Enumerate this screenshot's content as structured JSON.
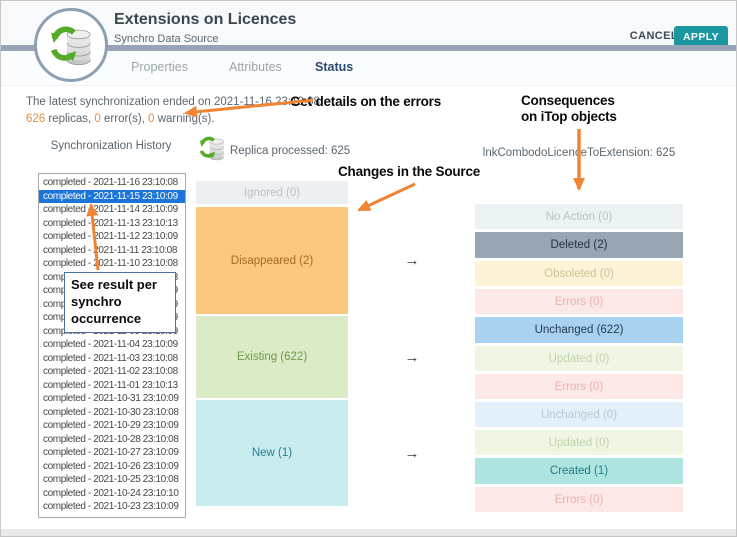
{
  "header": {
    "title": "Extensions on Licences",
    "subtitle": "Synchro Data Source",
    "cancel_label": "CANCEL",
    "apply_label": "APPLY"
  },
  "tabs": [
    {
      "label": "Properties",
      "active": false
    },
    {
      "label": "Attributes",
      "active": false
    },
    {
      "label": "Status",
      "active": true
    }
  ],
  "summary": {
    "line1": "The latest synchronization ended on 2021-11-16 23:10:08.",
    "replicas_count": "626",
    "replicas_text": " replicas, ",
    "errors_count": "0",
    "errors_text": " error(s), ",
    "warnings_count": "0",
    "warnings_text": " warning(s)."
  },
  "history": {
    "title": "Synchronization History",
    "selected_index": 1,
    "items": [
      "completed - 2021-11-16 23:10:08",
      "completed - 2021-11-15 23:10:09",
      "completed - 2021-11-14 23:10:09",
      "completed - 2021-11-13 23:10:13",
      "completed - 2021-11-12 23:10:09",
      "completed - 2021-11-11 23:10:08",
      "completed - 2021-11-10 23:10:08",
      "completed - 2021-11-09 23:10:08",
      "completed - 2021-11-08 23:10:09",
      "completed - 2021-11-07 23:10:09",
      "completed - 2021-11-06 23:10:09",
      "completed - 2021-11-05 23:10:09",
      "completed - 2021-11-04 23:10:09",
      "completed - 2021-11-03 23:10:08",
      "completed - 2021-11-02 23:10:08",
      "completed - 2021-11-01 23:10:13",
      "completed - 2021-10-31 23:10:09",
      "completed - 2021-10-30 23:10:08",
      "completed - 2021-10-29 23:10:09",
      "completed - 2021-10-28 23:10:08",
      "completed - 2021-10-27 23:10:09",
      "completed - 2021-10-26 23:10:09",
      "completed - 2021-10-25 23:10:08",
      "completed - 2021-10-24 23:10:10",
      "completed - 2021-10-23 23:10:09"
    ]
  },
  "replica_header": "Replica processed: 625",
  "target_header": "lnkCombodoLicenceToExtension: 625",
  "source_blocks": [
    {
      "label": "Ignored (0)",
      "bg": "#ecf0f3",
      "fg": "#b8c2cb",
      "interactable": false
    },
    {
      "label": "Disappeared (2)",
      "bg": "#f9c87e",
      "fg": "#a86a1e",
      "interactable": true
    },
    {
      "label": "Existing (622)",
      "bg": "#dcebc7",
      "fg": "#6f9a48",
      "interactable": true
    },
    {
      "label": "New (1)",
      "bg": "#c8ebee",
      "fg": "#277f92",
      "interactable": true
    }
  ],
  "target_blocks": [
    {
      "label": "No Action (0)",
      "bg": "#ecf1f4",
      "fg": "#b8c2cb",
      "interactable": false
    },
    {
      "label": "Deleted (2)",
      "bg": "#97a6b2",
      "fg": "#243242",
      "interactable": true
    },
    {
      "label": "Obsoleted (0)",
      "bg": "#fdf3d7",
      "fg": "#cfc096",
      "interactable": false
    },
    {
      "label": "Errors (0)",
      "bg": "#fce8e7",
      "fg": "#edb0ad",
      "interactable": false
    },
    {
      "label": "Unchanged (622)",
      "bg": "#a8d2ef",
      "fg": "#243c55",
      "interactable": true
    },
    {
      "label": "Updated (0)",
      "bg": "#eff7e4",
      "fg": "#c2d2ad",
      "interactable": false
    },
    {
      "label": "Errors (0)",
      "bg": "#fce8e7",
      "fg": "#edb0ad",
      "interactable": false
    },
    {
      "label": "Unchanged (0)",
      "bg": "#e4f0f9",
      "fg": "#b3c9da",
      "interactable": false
    },
    {
      "label": "Updated (0)",
      "bg": "#eff7e4",
      "fg": "#c2d2ad",
      "interactable": false
    },
    {
      "label": "Created (1)",
      "bg": "#aee4e0",
      "fg": "#1d7e89",
      "interactable": true
    },
    {
      "label": "Errors (0)",
      "bg": "#fce8e7",
      "fg": "#edb0ad",
      "interactable": false
    }
  ],
  "icons": {
    "flow_arrow": "→"
  },
  "annotations": {
    "errors": "Get details on the errors",
    "consequences_line1": "Consequences",
    "consequences_line2": "on iTop objects",
    "changes": "Changes in the Source",
    "see_result_lines": [
      "See result per",
      "synchro",
      "occurrence"
    ]
  },
  "colors": {
    "accent_teal": "#1b97a1",
    "divider": "#97a4b5",
    "count_orange": "#e78c3d",
    "annotation_arrow": "#ee8434",
    "selected_row": "#1b74d8"
  }
}
